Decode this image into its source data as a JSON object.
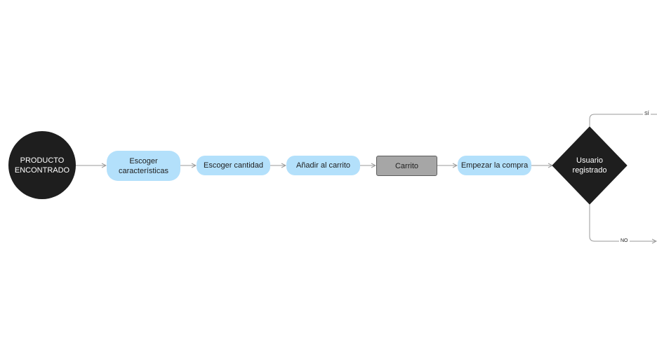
{
  "diagram": {
    "nodes": {
      "producto": "PRODUCTO\nENCONTRADO",
      "caracteristicas": "Escoger\ncaracterísticas",
      "cantidad": "Escoger cantidad",
      "anadir": "Añadir al carrito",
      "carrito": "Carrito",
      "empezar": "Empezar la compra",
      "usuario": "Usuario\nregistrado"
    },
    "edge_labels": {
      "yes": "SÍ",
      "no": "NO"
    },
    "colors": {
      "start_fill": "#1e1e1e",
      "step_fill": "#b3e0fb",
      "cart_fill": "#a6a6a6",
      "decision_fill": "#1e1e1e",
      "connector": "#9a9a9a"
    }
  }
}
